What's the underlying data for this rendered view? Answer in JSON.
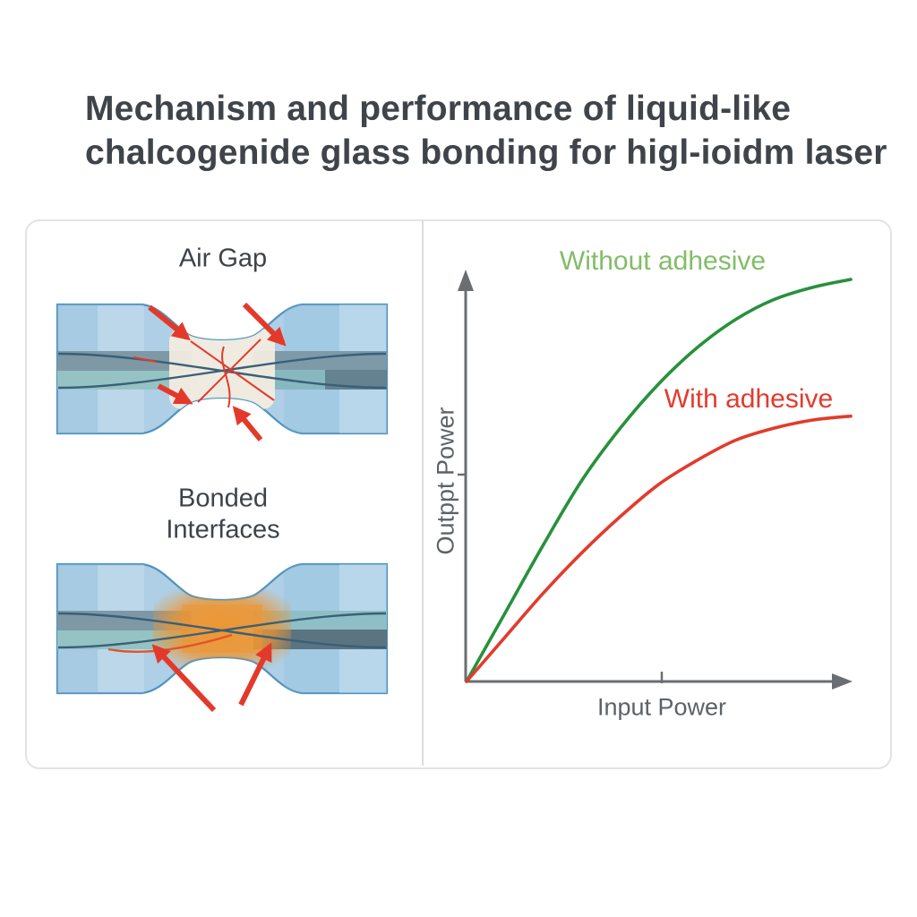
{
  "title": {
    "line1": "Mechanism and performance of liquid-like",
    "line2": "chalcogenide glass bonding for higl-ioidm laser"
  },
  "left_panel": {
    "air_gap_label": "Air Gap",
    "bonded_label_line1": "Bonded",
    "bonded_label_line2": "Interfaces"
  },
  "right_panel": {
    "legend_without": "Without adhesive",
    "legend_with": "With adhesive",
    "y_axis_label": "Outppt Power",
    "x_axis_label": "Input Power"
  },
  "chart_data": {
    "type": "line",
    "title": "",
    "xlabel": "Input Power",
    "ylabel": "Outppt Power",
    "x": [
      0,
      0.1,
      0.2,
      0.3,
      0.4,
      0.5,
      0.6,
      0.7,
      0.8,
      0.9,
      1.0
    ],
    "series": [
      {
        "name": "Without adhesive",
        "color": "#27913c",
        "values": [
          0,
          0.17,
          0.34,
          0.5,
          0.63,
          0.74,
          0.83,
          0.9,
          0.95,
          0.98,
          1.0
        ]
      },
      {
        "name": "With adhesive",
        "color": "#e23b2d",
        "values": [
          0,
          0.11,
          0.22,
          0.32,
          0.41,
          0.49,
          0.55,
          0.6,
          0.63,
          0.65,
          0.66
        ]
      }
    ],
    "xlim": [
      0,
      1
    ],
    "ylim": [
      0,
      1
    ],
    "grid": false,
    "legend_position": "inline",
    "x_tick_positions": [
      0.5
    ],
    "y_tick_positions": [
      0.51
    ],
    "tick_labels": "none",
    "axes_style": "arrow-ended, unlabeled conceptual axes"
  },
  "colors": {
    "title_text": "#3f444a",
    "panel_label_text": "#3d4349",
    "axis": "#6a6e72",
    "axis_label_text": "#5d6266",
    "curve_without_adhesive": "#27913c",
    "legend_without_text": "#82bd68",
    "curve_with_adhesive": "#e23b2d",
    "fiber_fill": "#aecfe6",
    "fiber_outline": "#4e93be",
    "bond_glow_orange": "#ee9531",
    "arrow_red": "#e3392b",
    "card_border": "#e3e3e3"
  }
}
